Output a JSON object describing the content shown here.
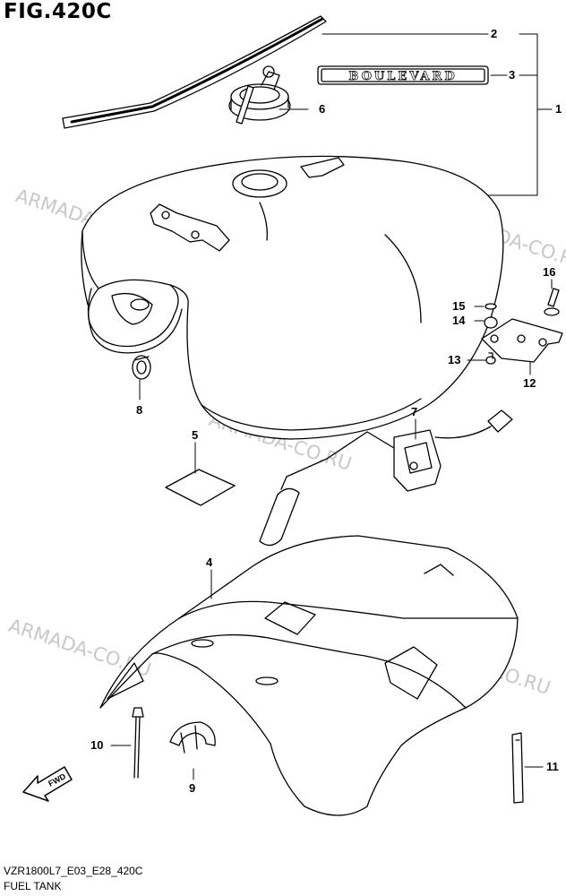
{
  "figure": {
    "title": "FIG.420C",
    "code": "VZR1800L7_E03_E28_420C",
    "subtitle": "FUEL TANK"
  },
  "emblem_text": "BOULEVARD",
  "fwd_label": "FWD",
  "watermark": "ARMADA-CO.RU",
  "callouts": {
    "c1": "1",
    "c2": "2",
    "c3": "3",
    "c4": "4",
    "c5": "5",
    "c6": "6",
    "c7": "7",
    "c8": "8",
    "c9": "9",
    "c10": "10",
    "c11": "11",
    "c12": "12",
    "c13": "13",
    "c14": "14",
    "c15": "15",
    "c16": "16"
  }
}
